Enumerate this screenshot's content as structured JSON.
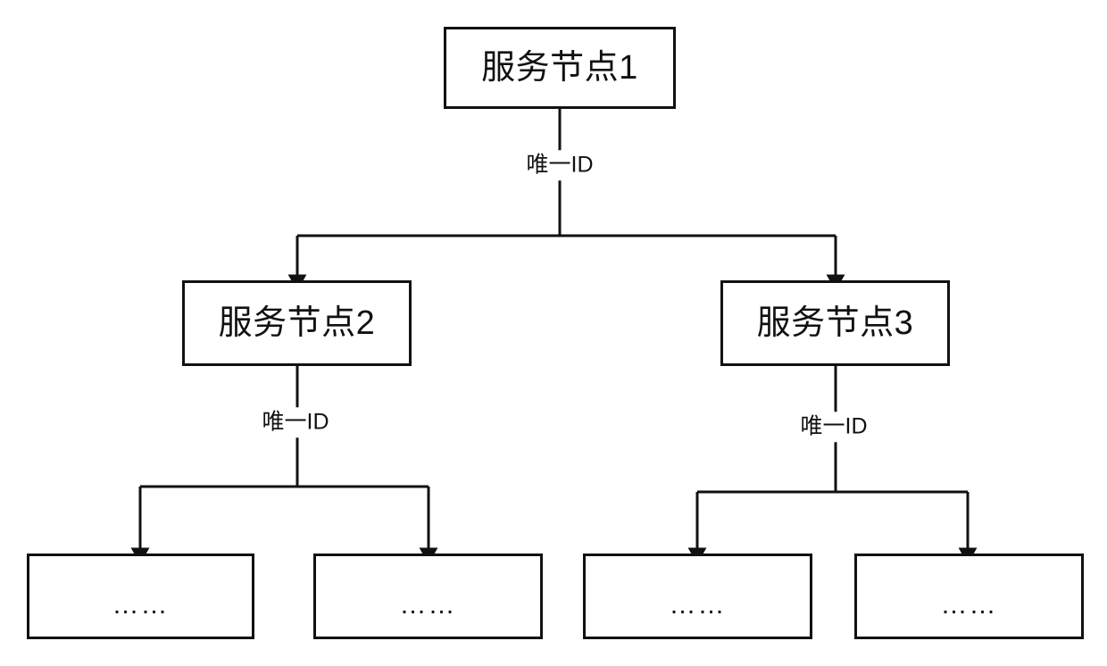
{
  "diagram": {
    "type": "tree-hierarchy",
    "background_color": "#ffffff",
    "line_color": "#111111",
    "nodes": [
      {
        "id": "n1",
        "label": "服务节点1",
        "level": 0
      },
      {
        "id": "n2",
        "label": "服务节点2",
        "level": 1
      },
      {
        "id": "n3",
        "label": "服务节点3",
        "level": 1
      },
      {
        "id": "l1",
        "label": "……",
        "level": 2
      },
      {
        "id": "l2",
        "label": "……",
        "level": 2
      },
      {
        "id": "l3",
        "label": "……",
        "level": 2
      },
      {
        "id": "l4",
        "label": "……",
        "level": 2
      }
    ],
    "edge_labels": [
      {
        "id": "e1",
        "text": "唯一ID",
        "from": "n1",
        "to": "n2,n3"
      },
      {
        "id": "e2",
        "text": "唯一ID",
        "from": "n2",
        "to": "l1,l2"
      },
      {
        "id": "e3",
        "text": "唯一ID",
        "from": "n3",
        "to": "l3,l4"
      }
    ]
  }
}
